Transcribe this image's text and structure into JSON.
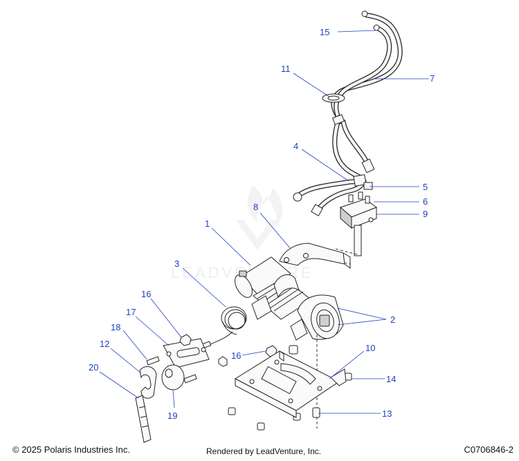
{
  "footer": {
    "copyright": "© 2025 Polaris Industries Inc.",
    "rendered_by": "Rendered by LeadVenture, Inc.",
    "figure_code": "C0706846-2"
  },
  "watermark": {
    "text": "LEADVENTURE"
  },
  "callouts": {
    "c1": "1",
    "c2": "2",
    "c3": "3",
    "c4": "4",
    "c5": "5",
    "c6": "6",
    "c7": "7",
    "c8": "8",
    "c9": "9",
    "c10": "10",
    "c11": "11",
    "c12": "12",
    "c13": "13",
    "c14": "14",
    "c15": "15",
    "c16a": "16",
    "c16b": "16",
    "c17": "17",
    "c18": "18",
    "c19": "19",
    "c20": "20"
  },
  "colors": {
    "callout": "#1f3fbf",
    "outline": "#222222"
  }
}
